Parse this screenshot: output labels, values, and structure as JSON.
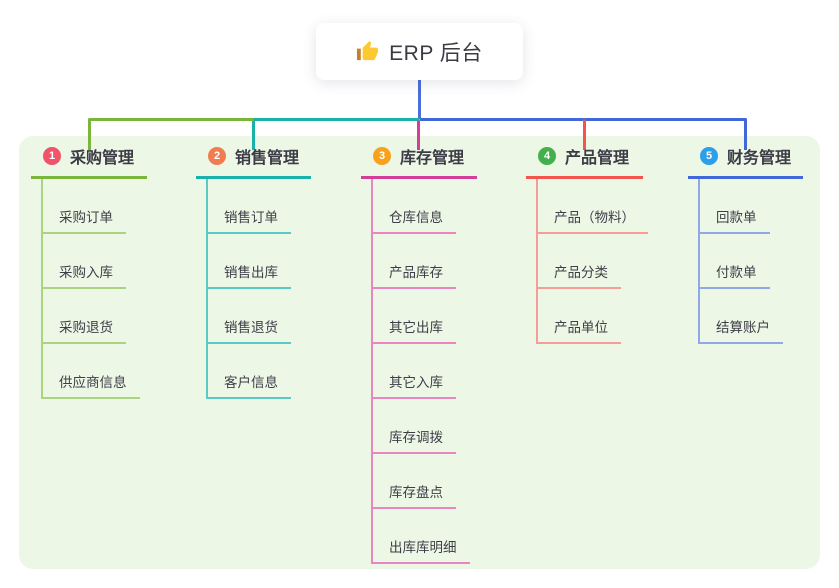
{
  "root": {
    "label": "ERP 后台",
    "icon": "thumbs-up-icon"
  },
  "branches": [
    {
      "index": "1",
      "label": "采购管理",
      "badge_color": "#f0546b",
      "line_color": "#7cb53c",
      "child_line_color": "#aad481",
      "children": [
        "采购订单",
        "采购入库",
        "采购退货",
        "供应商信息"
      ]
    },
    {
      "index": "2",
      "label": "销售管理",
      "badge_color": "#ef7d4f",
      "line_color": "#19b2ab",
      "child_line_color": "#5cc9c3",
      "children": [
        "销售订单",
        "销售出库",
        "销售退货",
        "客户信息"
      ]
    },
    {
      "index": "3",
      "label": "库存管理",
      "badge_color": "#f8a21c",
      "line_color": "#d23e98",
      "child_line_color": "#e886c4",
      "children": [
        "仓库信息",
        "产品库存",
        "其它出库",
        "其它入库",
        "库存调拨",
        "库存盘点",
        "出库库明细"
      ]
    },
    {
      "index": "4",
      "label": "产品管理",
      "badge_color": "#44b04c",
      "line_color": "#f1554d",
      "child_line_color": "#f59d96",
      "children": [
        "产品（物料）",
        "产品分类",
        "产品单位"
      ]
    },
    {
      "index": "5",
      "label": "财务管理",
      "badge_color": "#2b9fe8",
      "line_color": "#4168d9",
      "child_line_color": "#91a8e8",
      "children": [
        "回款单",
        "付款单",
        "结算账户"
      ]
    }
  ],
  "colors": {
    "panel_bg": "#ecf7e6",
    "root_connector": "#4a6edb",
    "thumb_gold": "#fcc931",
    "thumb_sleeve": "#c77f2e"
  }
}
